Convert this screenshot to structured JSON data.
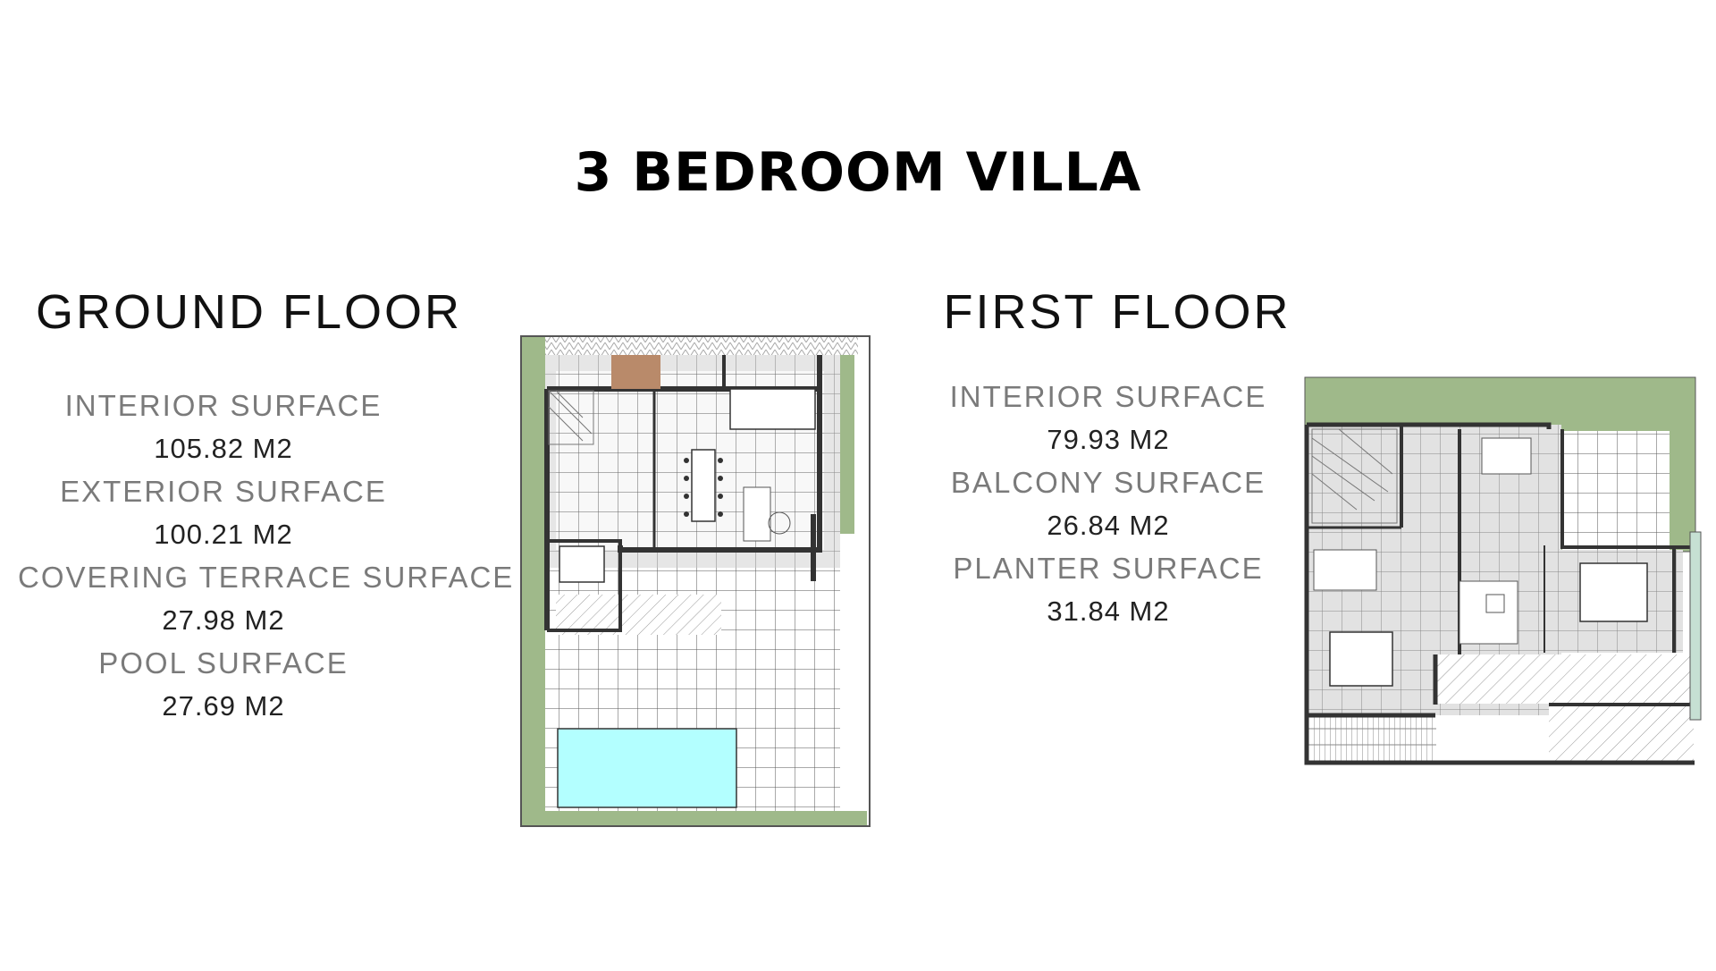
{
  "title": "3 BEDROOM VILLA",
  "ground_floor": {
    "heading": "GROUND FLOOR",
    "stats": [
      {
        "label": "INTERIOR SURFACE",
        "value": "105.82 M2"
      },
      {
        "label": "EXTERIOR SURFACE",
        "value": "100.21 M2"
      },
      {
        "label": "COVERING TERRACE SURFACE",
        "value": "27.98 M2"
      },
      {
        "label": "POOL SURFACE",
        "value": "27.69 M2"
      }
    ]
  },
  "first_floor": {
    "heading": "FIRST FLOOR",
    "stats": [
      {
        "label": "INTERIOR SURFACE",
        "value": "79.93 M2"
      },
      {
        "label": "BALCONY SURFACE",
        "value": "26.84 M2"
      },
      {
        "label": "PLANTER SURFACE",
        "value": "31.84 M2"
      }
    ]
  },
  "colors": {
    "planter": "#9fb98a",
    "pool": "#b3ffff",
    "deck": "#b98a6a",
    "wall": "#333333",
    "interior": "#d9d9d9"
  }
}
